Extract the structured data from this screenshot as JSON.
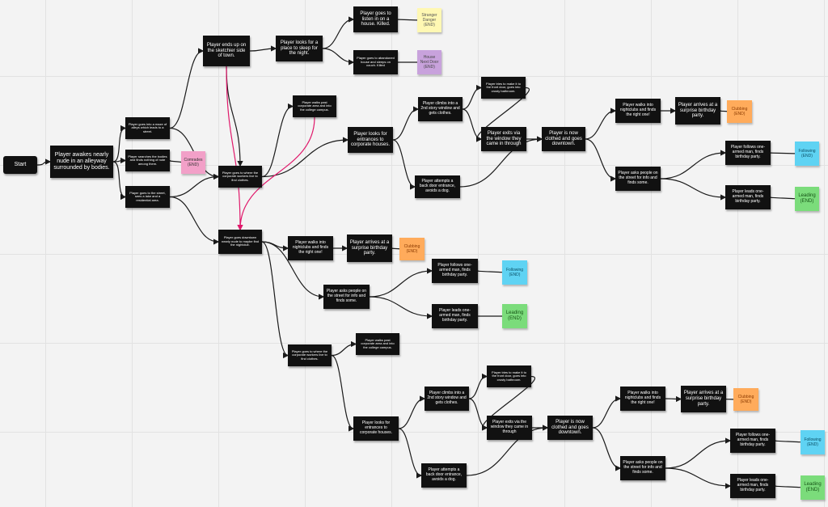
{
  "colors": {
    "node_bg": "#111111",
    "node_text": "#ffffff",
    "edge": "#1a1a1a",
    "edge_highlight": "#e0196b",
    "sticky_yellow": "#fff8b3",
    "sticky_purple": "#c8a2dc",
    "sticky_pink": "#f2a0c8",
    "sticky_orange": "#ffab5b",
    "sticky_blue": "#5fd3f3",
    "sticky_green": "#7bdc7b"
  },
  "nodes": {
    "start": "Start",
    "awake": "Player awakes nearly nude in an alleyway surrounded by bodies.",
    "maze": "Player goes into a maze of alleys which leads to a street.",
    "search_bodies": "Player searches the bodies and finds nothing of note among them.",
    "street_lake": "Player goes to the street, sees a lake and a residential area.",
    "sketchier": "Player ends up on the sketchier side of town.",
    "sleep_place": "Player looks for a place to sleep for the night.",
    "listen_house": "Player goes to listen in on a house. Killed.",
    "abandoned_house": "Player goes to abandoned house and sleeps on couch. Killed",
    "workers_1": "Player goes to where the corporate workers live to find clothes.",
    "walks_past_1": "Player walks past corporate area and into the college campus.",
    "entrances_1": "Player looks for entrances to corporate houses.",
    "climbs_1": "Player climbs into a 2nd story window and gets clothes.",
    "tries_front_1": "Player tries to make it to the front door, goes into crusty bathroom.",
    "exits_1": "Player exits via the window they came in through",
    "back_door_1": "Player attempts a back door entrance, avoids a dog.",
    "clothed_1": "Player is now clothed and goes downtown.",
    "nightclubs_1": "Player walks into nightclubs and finds the right one!",
    "party_1": "Player arrives at a surprise birthday party.",
    "asks_1": "Player asks people on the street for info and finds some.",
    "follows_1": "Player follows one-armed man, finds birthday party.",
    "leads_1": "Player leads one-armed man, finds birthday party.",
    "downtown": "Player goes downtown nearly nude to maybe find the nightclub.",
    "nightclubs_2": "Player walks into nightclubs and finds the right one!",
    "party_2": "Player arrives at a surprise birthday party.",
    "asks_2": "Player asks people on the street for info and finds some.",
    "follows_2": "Player follows one-armed man, finds birthday party.",
    "leads_2": "Player leads one-armed man, finds birthday party.",
    "workers_2": "Player goes to where the corporate workers live to find clothes.",
    "walks_past_2": "Player walks past corporate area and into the college campus.",
    "entrances_2": "Player looks for entrances to corporate houses.",
    "climbs_2": "Player climbs into a 2nd story window and gets clothes.",
    "tries_front_2": "Player tries to make it to the front door, goes into crusty bathroom.",
    "exits_2": "Player exits via the window they came in through",
    "back_door_2": "Player attempts a back door entrance, avoids a dog.",
    "clothed_2": "Player is now clothed and goes downtown.",
    "nightclubs_3": "Player walks into nightclubs and finds the right one!",
    "party_3": "Player arrives at a surprise birthday party.",
    "asks_3": "Player asks people on the street for info and finds some.",
    "follows_3": "Player follows one-armed man, finds birthday party.",
    "leads_3": "Player leads one-armed man, finds birthday party."
  },
  "endings": {
    "stranger_danger": "Stranger Danger (END)",
    "house_next_door": "House Next Door (END)",
    "comrades": "Comrades (END)",
    "clubbing_1": "Clubbing (END)",
    "following_1": "Following (END)",
    "leading_1": "Leading (END)",
    "clubbing_2": "Clubbing (END)",
    "following_2": "Following (END)",
    "leading_2": "Leading (END)",
    "clubbing_3": "Clubbing (END)",
    "following_3": "Following (END)",
    "leading_3": "Leading (END)"
  }
}
